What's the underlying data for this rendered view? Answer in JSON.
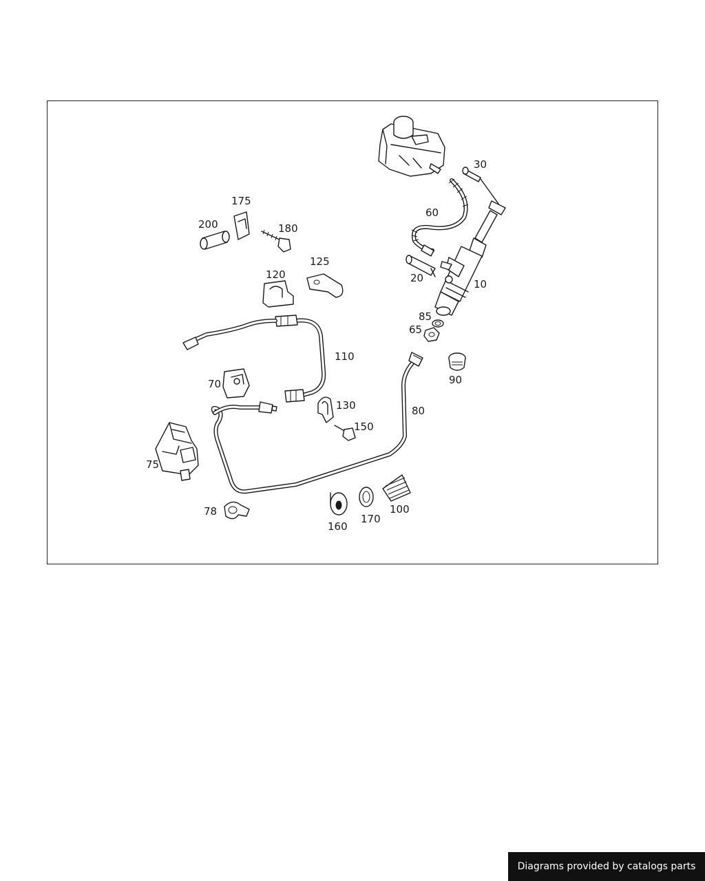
{
  "diagram": {
    "callouts": {
      "c10": "10",
      "c20": "20",
      "c30": "30",
      "c60": "60",
      "c65": "65",
      "c70": "70",
      "c75": "75",
      "c78": "78",
      "c80": "80",
      "c85": "85",
      "c90": "90",
      "c100": "100",
      "c110": "110",
      "c120": "120",
      "c125": "125",
      "c130": "130",
      "c150": "150",
      "c160": "160",
      "c170": "170",
      "c175": "175",
      "c180": "180",
      "c200": "200"
    }
  },
  "footer": {
    "credit": "Diagrams provided by catalogs parts"
  }
}
